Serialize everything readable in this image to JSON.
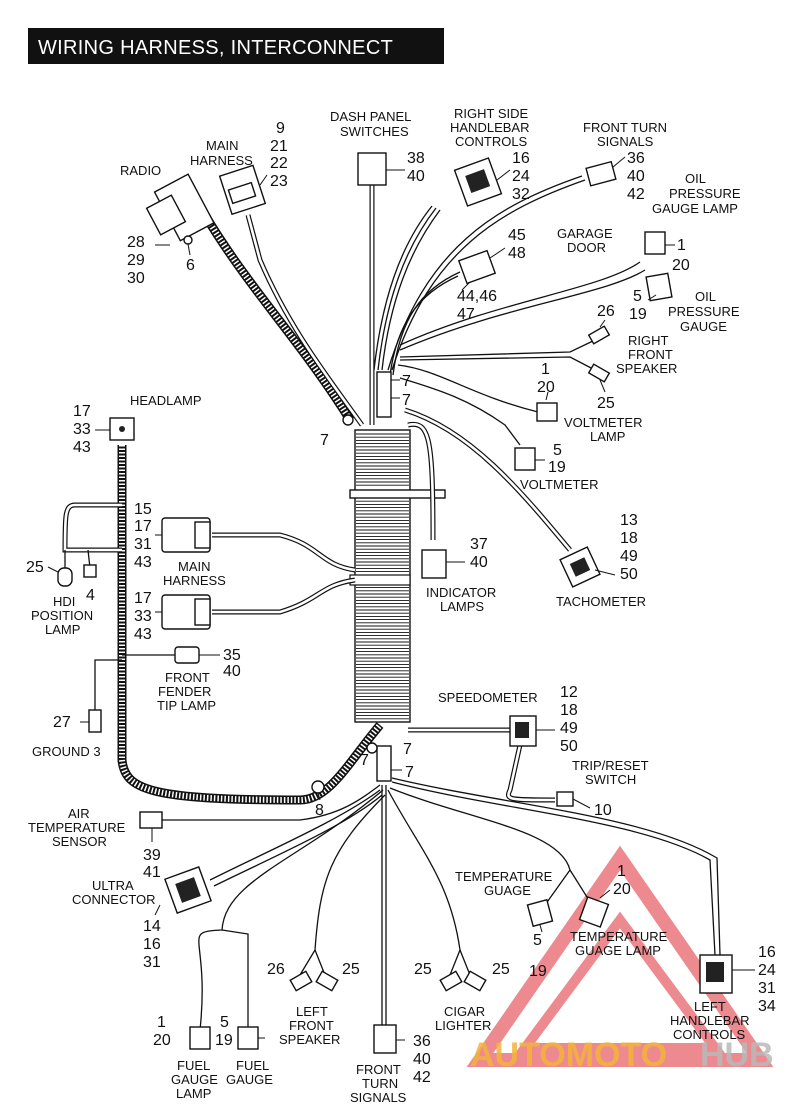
{
  "title": "WIRING HARNESS, INTERCONNECT",
  "components": {
    "radio": {
      "label": [
        "RADIO"
      ],
      "refs_a": [
        "28",
        "29",
        "30"
      ],
      "refs_b": [
        "6"
      ]
    },
    "main_harness_top": {
      "label": [
        "MAIN",
        "HARNESS"
      ],
      "refs": [
        "9",
        "21",
        "22",
        "23"
      ]
    },
    "dash_panel_switches": {
      "label": [
        "DASH PANEL",
        "SWITCHES"
      ],
      "refs": [
        "38",
        "40"
      ]
    },
    "right_handlebar_controls": {
      "label": [
        "RIGHT SIDE",
        "HANDLEBAR",
        "CONTROLS"
      ],
      "refs": [
        "16",
        "24",
        "32"
      ]
    },
    "front_turn_signals_top": {
      "label": [
        "FRONT TURN",
        "SIGNALS"
      ],
      "refs": [
        "36",
        "40",
        "42"
      ]
    },
    "oil_pressure_gauge_lamp": {
      "label": [
        "OIL",
        "PRESSURE",
        "GAUGE LAMP"
      ]
    },
    "garage_door": {
      "label": [
        "GARAGE",
        "DOOR"
      ],
      "refs_a": [
        "45",
        "48"
      ],
      "refs_b": [
        "44,46",
        "47"
      ]
    },
    "oil_pressure_lamp_refs": {
      "refs": [
        "1",
        "20"
      ]
    },
    "oil_pressure_gauge": {
      "label": [
        "OIL",
        "PRESSURE",
        "GAUGE"
      ],
      "refs": [
        "5",
        "19"
      ]
    },
    "right_front_speaker": {
      "label": [
        "RIGHT",
        "FRONT",
        "SPEAKER"
      ],
      "refs_a": [
        "26"
      ],
      "refs_b": [
        "25"
      ]
    },
    "voltmeter_lamp": {
      "label": [
        "VOLTMETER",
        "LAMP"
      ],
      "refs": [
        "1",
        "20"
      ]
    },
    "voltmeter": {
      "label": [
        "VOLTMETER"
      ],
      "refs": [
        "5",
        "19"
      ]
    },
    "headlamp": {
      "label": [
        "HEADLAMP"
      ],
      "refs": [
        "17",
        "33",
        "43"
      ]
    },
    "main_harness_mid": {
      "label": [
        "MAIN",
        "HARNESS"
      ],
      "refs_a": [
        "15",
        "17",
        "31",
        "43"
      ],
      "refs_b": [
        "17",
        "33",
        "43"
      ]
    },
    "hdi_position_lamp": {
      "label": [
        "HDI",
        "POSITION",
        "LAMP"
      ],
      "refs_a": [
        "25"
      ],
      "refs_b": [
        "4"
      ]
    },
    "indicator_lamps": {
      "label": [
        "INDICATOR",
        "LAMPS"
      ],
      "refs": [
        "37",
        "40"
      ]
    },
    "tachometer": {
      "label": [
        "TACHOMETER"
      ],
      "refs": [
        "13",
        "18",
        "49",
        "50"
      ]
    },
    "front_fender_tip_lamp": {
      "label": [
        "FRONT",
        "FENDER",
        "TIP LAMP"
      ],
      "refs": [
        "35",
        "40"
      ]
    },
    "ground_3": {
      "label": [
        "GROUND 3"
      ],
      "refs": [
        "27"
      ]
    },
    "speedometer": {
      "label": [
        "SPEEDOMETER"
      ],
      "refs": [
        "12",
        "18",
        "49",
        "50"
      ]
    },
    "trip_reset_switch": {
      "label": [
        "TRIP/RESET",
        "SWITCH"
      ],
      "refs": [
        "10"
      ]
    },
    "air_temperature_sensor": {
      "label": [
        "AIR",
        "TEMPERATURE",
        "SENSOR"
      ],
      "refs": [
        "39",
        "41"
      ]
    },
    "clip_8": {
      "refs": [
        "8"
      ]
    },
    "ultra_connector": {
      "label": [
        "ULTRA",
        "CONNECTOR"
      ],
      "refs": [
        "14",
        "16",
        "31"
      ]
    },
    "temperature_gauge": {
      "label": [
        "TEMPERATURE",
        "GUAGE"
      ],
      "refs": [
        "5",
        "19"
      ]
    },
    "temperature_gauge_lamp": {
      "label": [
        "TEMPERATURE",
        "GUAGE LAMP"
      ],
      "refs": [
        "1",
        "20"
      ]
    },
    "left_handlebar_controls": {
      "label": [
        "LEFT",
        "HANDLEBAR",
        "CONTROLS"
      ],
      "refs": [
        "16",
        "24",
        "31",
        "34"
      ]
    },
    "left_front_speaker": {
      "label": [
        "LEFT",
        "FRONT",
        "SPEAKER"
      ],
      "refs_a": [
        "26"
      ],
      "refs_b": [
        "25"
      ]
    },
    "cigar_lighter": {
      "label": [
        "CIGAR",
        "LIGHTER"
      ],
      "refs_a": [
        "25"
      ],
      "refs_b": [
        "25"
      ]
    },
    "fuel_gauge_lamp": {
      "label": [
        "FUEL",
        "GAUGE",
        "LAMP"
      ],
      "refs": [
        "1",
        "20"
      ]
    },
    "fuel_gauge": {
      "label": [
        "FUEL",
        "GAUGE"
      ],
      "refs": [
        "5",
        "19"
      ]
    },
    "front_turn_signals_bottom": {
      "label": [
        "FRONT",
        "TURN",
        "SIGNALS"
      ],
      "refs": [
        "36",
        "40",
        "42"
      ]
    },
    "clips_7": {
      "refs": [
        "7",
        "7",
        "7",
        "7",
        "7",
        "7"
      ]
    }
  },
  "watermark": {
    "text_a": "AUTOMOTO",
    "text_b": "HUB",
    "color_a": "#f4b43a",
    "color_b": "#b9b9b9",
    "triangle_color": "#e8636a"
  }
}
